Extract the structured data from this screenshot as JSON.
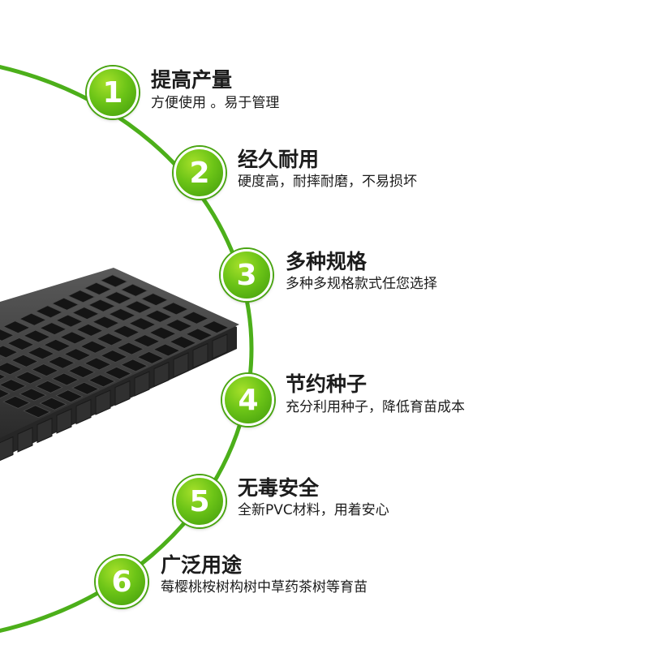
{
  "colors": {
    "accent": "#4caf1a",
    "badge": "#6cc417",
    "tray": "#3a3a3a"
  },
  "features": [
    {
      "number": "1",
      "title": "提高产量",
      "desc": "方便使用 。易于管理"
    },
    {
      "number": "2",
      "title": "经久耐用",
      "desc": "硬度高，耐摔耐磨，不易损坏"
    },
    {
      "number": "3",
      "title": "多种规格",
      "desc": "多种多规格款式任您选择"
    },
    {
      "number": "4",
      "title": "节约种子",
      "desc": "充分利用种子，降低育苗成本"
    },
    {
      "number": "5",
      "title": "无毒安全",
      "desc": "全新PVC材料，用着安心"
    },
    {
      "number": "6",
      "title": "广泛用途",
      "desc": "莓樱桃桉树构树中草药茶树等育苗"
    }
  ]
}
